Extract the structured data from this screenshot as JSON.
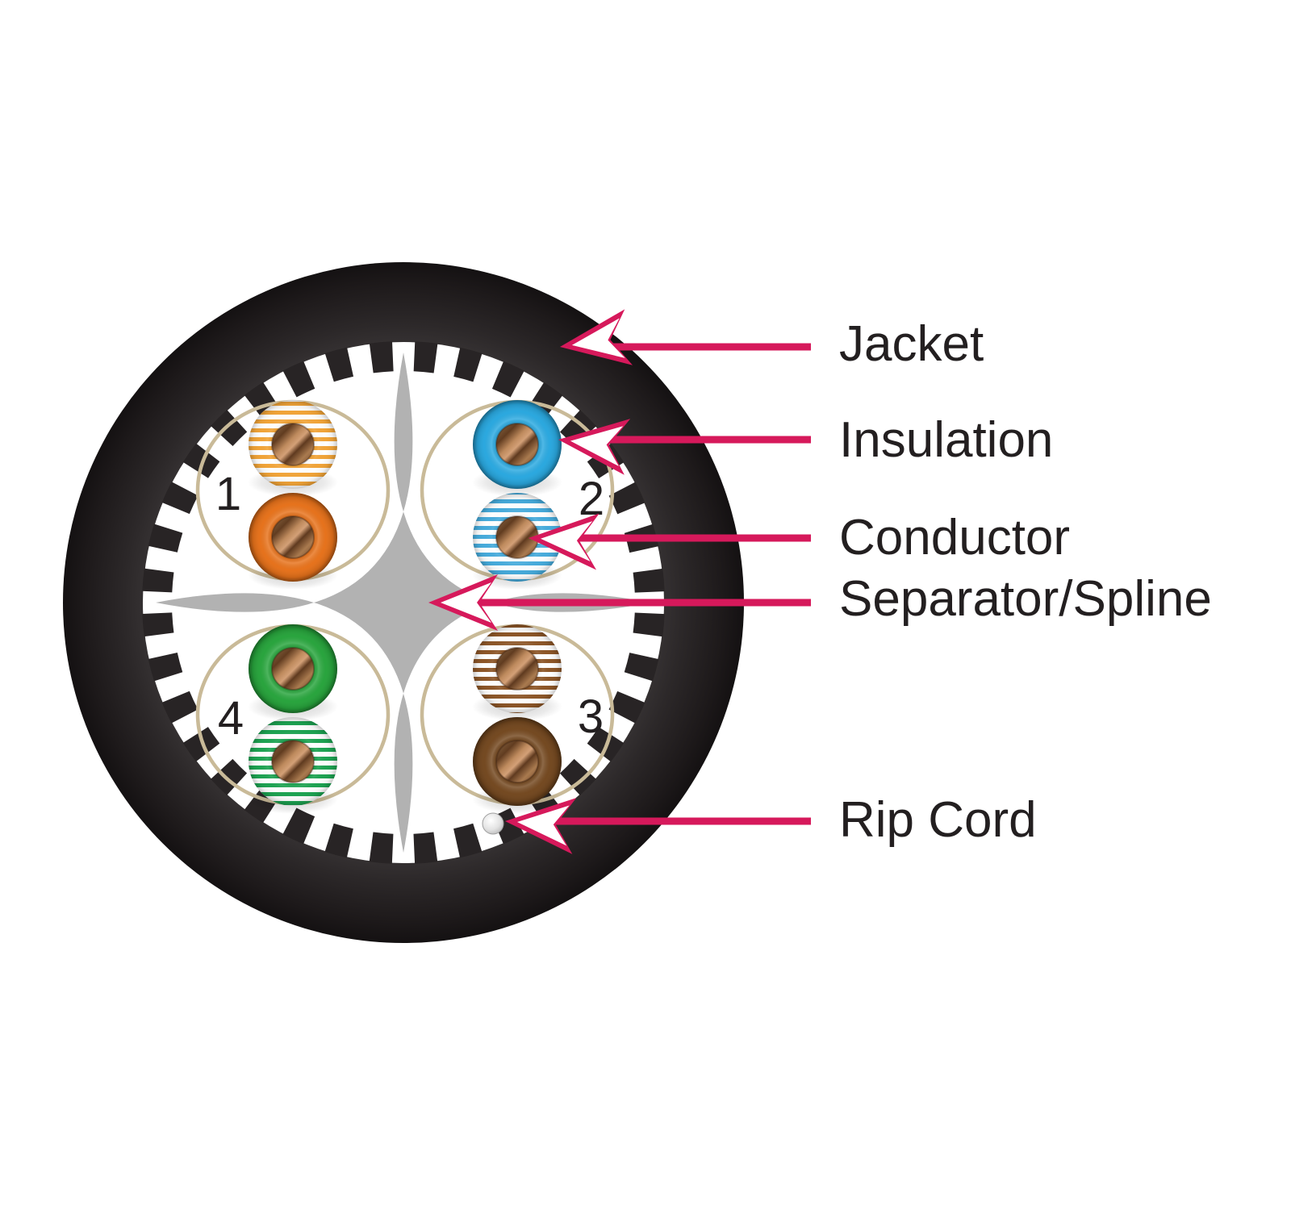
{
  "diagram": {
    "subject": "4-pair twisted pair network cable cross-section",
    "callouts": [
      {
        "id": "jacket",
        "label": "Jacket"
      },
      {
        "id": "insulation",
        "label": "Insulation"
      },
      {
        "id": "conductor",
        "label": "Conductor"
      },
      {
        "id": "separator",
        "label": "Separator/Spline"
      },
      {
        "id": "rip_cord",
        "label": "Rip Cord"
      }
    ],
    "pairs": [
      {
        "number": "1",
        "position": "top-left",
        "wires": [
          "white with orange stripes",
          "solid orange"
        ]
      },
      {
        "number": "2",
        "position": "top-right",
        "wires": [
          "solid blue",
          "white with blue stripes"
        ]
      },
      {
        "number": "3",
        "position": "bottom-right",
        "wires": [
          "white with brown stripes",
          "solid brown"
        ]
      },
      {
        "number": "4",
        "position": "bottom-left",
        "wires": [
          "solid green",
          "white with green stripes"
        ]
      }
    ]
  },
  "colors": {
    "arrow": "#D6195B",
    "jacket": "#282425",
    "spline": "#B2B2B2",
    "pair_outline": "#C9BA98",
    "text": "#231F20",
    "white_insulation": "#FFFFFF",
    "orange": "#E8721A",
    "orange_stripe": "#F2A437",
    "blue": "#29A9E1",
    "blue_stripe": "#45ABDC",
    "green": "#27A53C",
    "green_stripe": "#1CA351",
    "brown": "#74481F",
    "brown_stripe": "#8D5627",
    "copper": "#B9854F",
    "rip_cord": "#E3E3E3"
  }
}
